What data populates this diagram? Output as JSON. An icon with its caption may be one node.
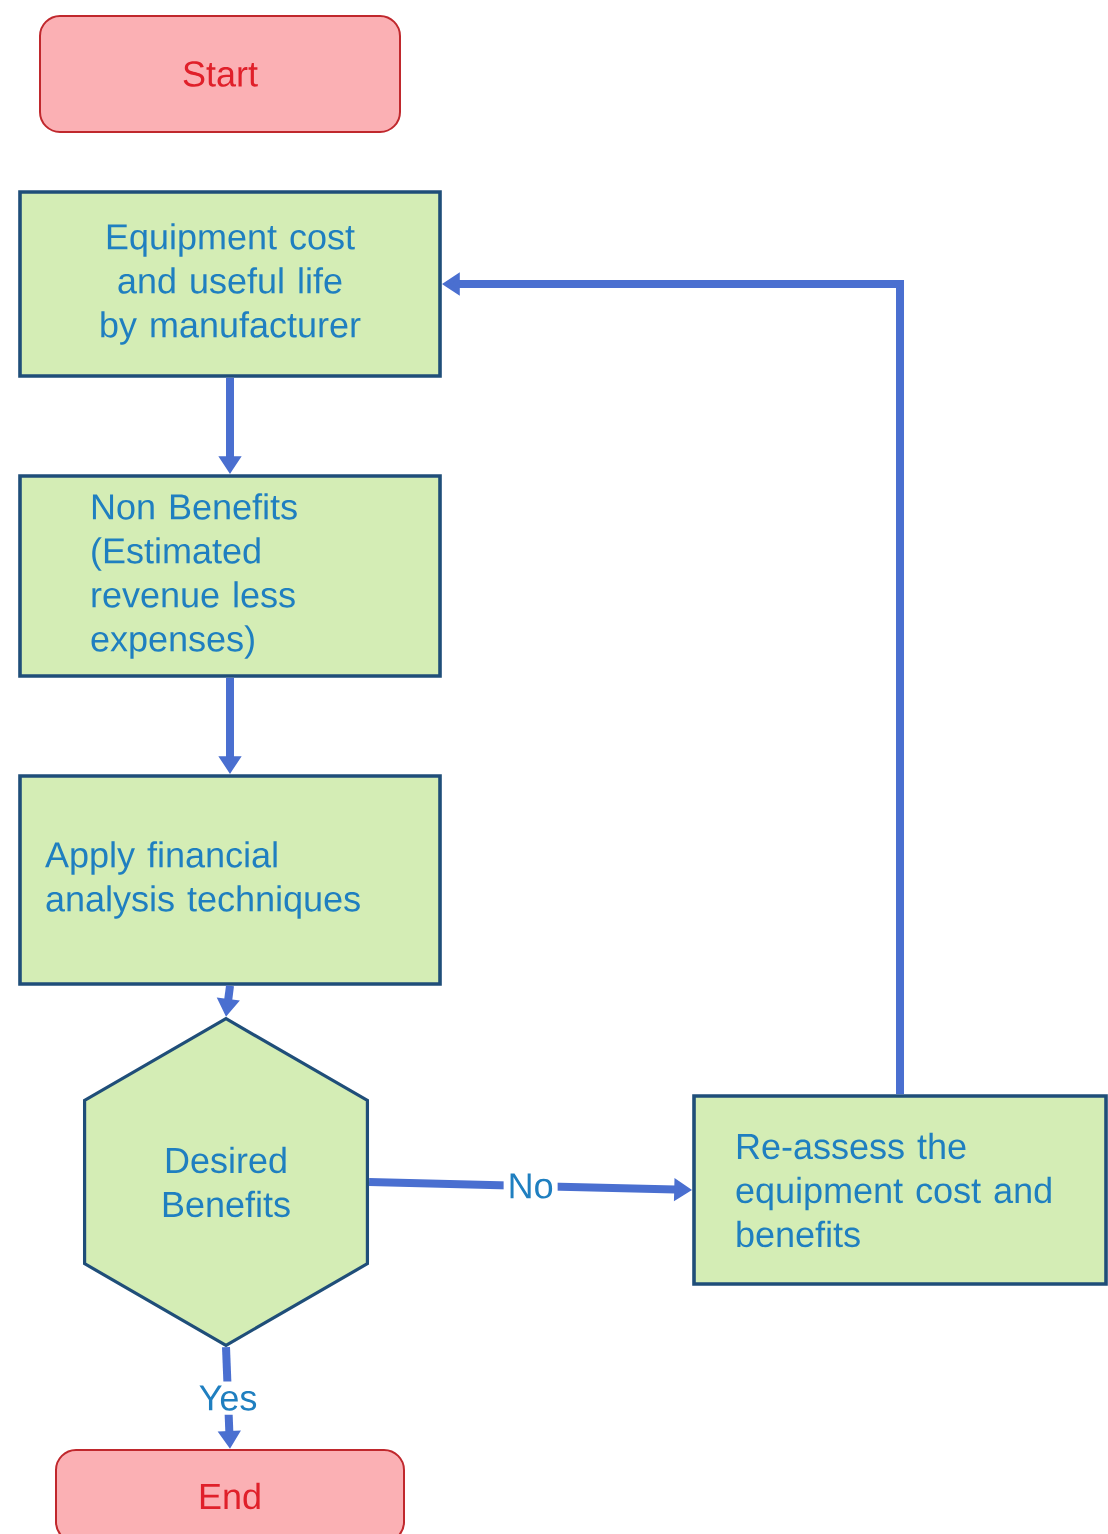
{
  "diagram": {
    "nodes": [
      {
        "text": [
          "Start"
        ]
      },
      {
        "text": [
          "Equipment cost and useful life by manufacturer"
        ]
      },
      {
        "text": [
          "Non Benefits (Estimated revenue less expenses)"
        ]
      },
      {
        "text": [
          "Apply financial analysis techniques"
        ]
      },
      {
        "text": [
          "Desired Benefits"
        ]
      },
      {
        "text": [
          "Re-assess the equipment cost and benefits"
        ]
      },
      {
        "text": [
          "End"
        ]
      }
    ],
    "edges": [
      {
        "from": 1,
        "to": 2,
        "arrow": "to"
      },
      {
        "from": 2,
        "to": 3,
        "arrow": "to"
      },
      {
        "from": 3,
        "to": 4,
        "arrow": "to"
      },
      {
        "from": 4,
        "to": 5,
        "arrow": "to",
        "label": "No"
      },
      {
        "from": 4,
        "to": 6,
        "arrow": "to",
        "label": "Yes"
      },
      {
        "from": 5,
        "to": 1,
        "arrow": "to"
      }
    ]
  }
}
